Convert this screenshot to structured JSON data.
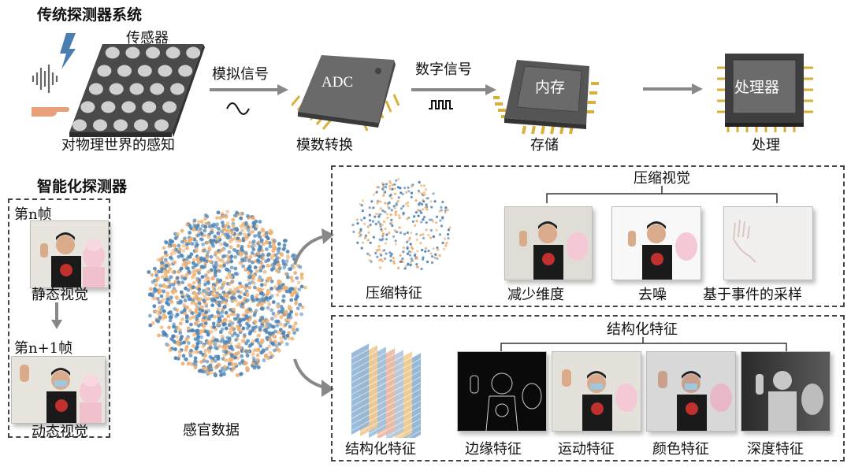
{
  "traditional": {
    "title": "传统探测器系统",
    "sensor_label": "传感器",
    "perception_label": "对物理世界的感知",
    "analog_signal": "模拟信号",
    "adc_chip": "ADC",
    "adc_label": "模数转换",
    "digital_signal": "数字信号",
    "memory_chip": "内存",
    "memory_label": "存储",
    "processor_chip": "处理器",
    "processor_label": "处理"
  },
  "intelligent": {
    "title": "智能化探测器",
    "frame_n": "第n帧",
    "static_vision": "静态视觉",
    "frame_n1": "第n+1帧",
    "dynamic_vision": "动态视觉",
    "sensory_data": "感官数据"
  },
  "compressed": {
    "group_title": "压缩视觉",
    "feature_label": "压缩特征",
    "items": [
      "减少维度",
      "去噪",
      "基于事件的采样"
    ]
  },
  "structured": {
    "group_title": "结构化特征",
    "feature_label": "结构化特征",
    "items": [
      "边缘特征",
      "运动特征",
      "颜色特征",
      "深度特征"
    ]
  },
  "colors": {
    "chip_gray": "#5a5a5a",
    "gold_pins": "#d8b13c",
    "arrow_gray": "#888888",
    "dot_blue": "#4f86b8",
    "dot_orange": "#f0b070"
  }
}
